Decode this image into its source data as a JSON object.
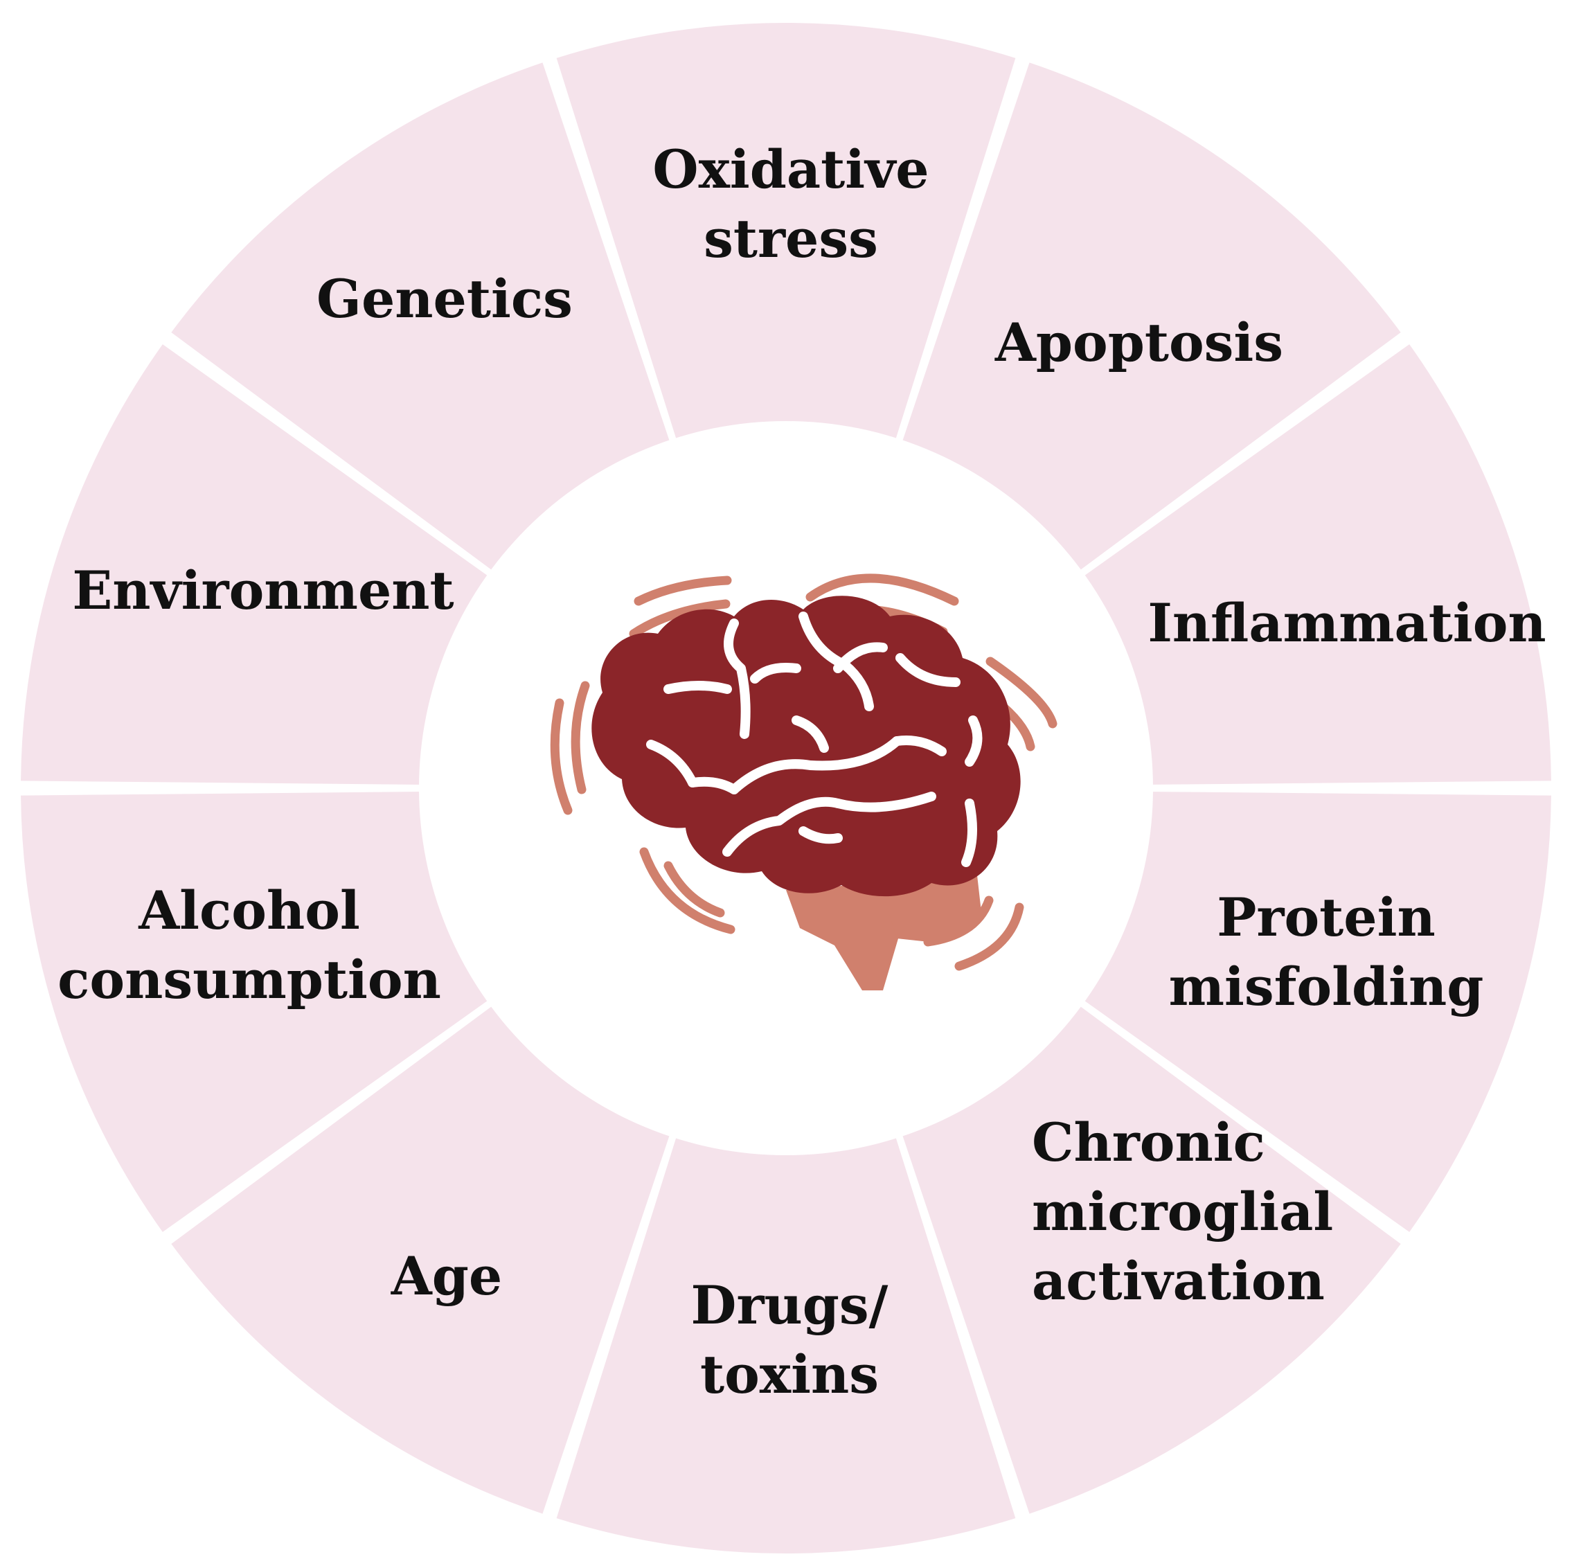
{
  "colors": {
    "segment_fill": "#f5e3eb",
    "separator": "#ffffff",
    "hub_fill": "#ffffff",
    "brain_main": "#8b2529",
    "brain_accent": "#d0806d",
    "text": "#111111"
  },
  "center_icon": "brain-icon",
  "segments": [
    {
      "id": "oxidative-stress",
      "lines": [
        "Oxidative",
        "stress"
      ]
    },
    {
      "id": "apoptosis",
      "lines": [
        "Apoptosis"
      ]
    },
    {
      "id": "inflammation",
      "lines": [
        "Inflammation"
      ]
    },
    {
      "id": "protein-misfolding",
      "lines": [
        "Protein",
        "misfolding"
      ]
    },
    {
      "id": "chronic-microglial-activation",
      "lines": [
        "Chronic",
        "microglial",
        "activation"
      ]
    },
    {
      "id": "drugs-toxins",
      "lines": [
        "Drugs/",
        "toxins"
      ]
    },
    {
      "id": "age",
      "lines": [
        "Age"
      ]
    },
    {
      "id": "alcohol-consumption",
      "lines": [
        "Alcohol",
        "consumption"
      ]
    },
    {
      "id": "environment",
      "lines": [
        "Environment"
      ]
    },
    {
      "id": "genetics",
      "lines": [
        "Genetics"
      ]
    }
  ]
}
